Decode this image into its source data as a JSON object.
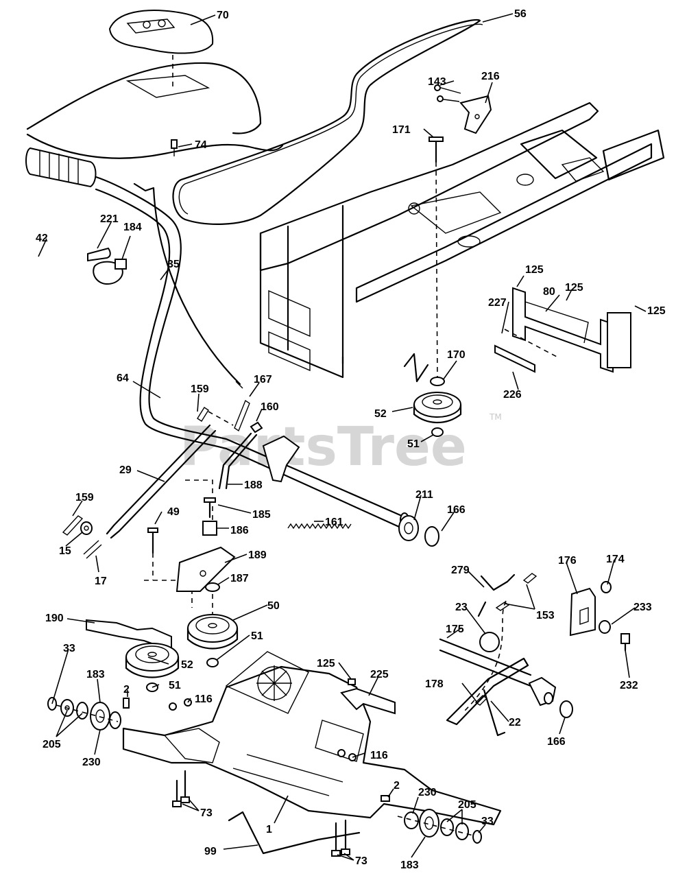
{
  "watermark": {
    "text": "PartsTree",
    "trademark": "TM"
  },
  "callouts": {
    "c70": "70",
    "c56": "56",
    "c143": "143",
    "c216": "216",
    "c74": "74",
    "c171": "171",
    "c221": "221",
    "c184": "184",
    "c42": "42",
    "c35": "35",
    "c125a": "125",
    "c80": "80",
    "c125b": "125",
    "c125c": "125",
    "c227": "227",
    "c226": "226",
    "c170": "170",
    "c52a": "52",
    "c51a": "51",
    "c64": "64",
    "c159a": "159",
    "c167": "167",
    "c160": "160",
    "c29": "29",
    "c188": "188",
    "c159b": "159",
    "c49": "49",
    "c185": "185",
    "c186": "186",
    "c15": "15",
    "c161": "161",
    "c211": "211",
    "c166a": "166",
    "c189": "189",
    "c17": "17",
    "c187": "187",
    "c279": "279",
    "c176": "176",
    "c174": "174",
    "c153": "153",
    "c23": "23",
    "c233": "233",
    "c50": "50",
    "c190": "190",
    "c51b": "51",
    "c175": "175",
    "c232": "232",
    "c33a": "33",
    "c183a": "183",
    "c52b": "52",
    "c125d": "125",
    "c225": "225",
    "c2a": "2",
    "c51c": "51",
    "c178": "178",
    "c116a": "116",
    "c205a": "205",
    "c22": "22",
    "c230a": "230",
    "c166b": "166",
    "c116b": "116",
    "c73a": "73",
    "c2b": "2",
    "c230b": "230",
    "c205b": "205",
    "c33b": "33",
    "c1": "1",
    "c99": "99",
    "c73b": "73",
    "c183b": "183"
  }
}
